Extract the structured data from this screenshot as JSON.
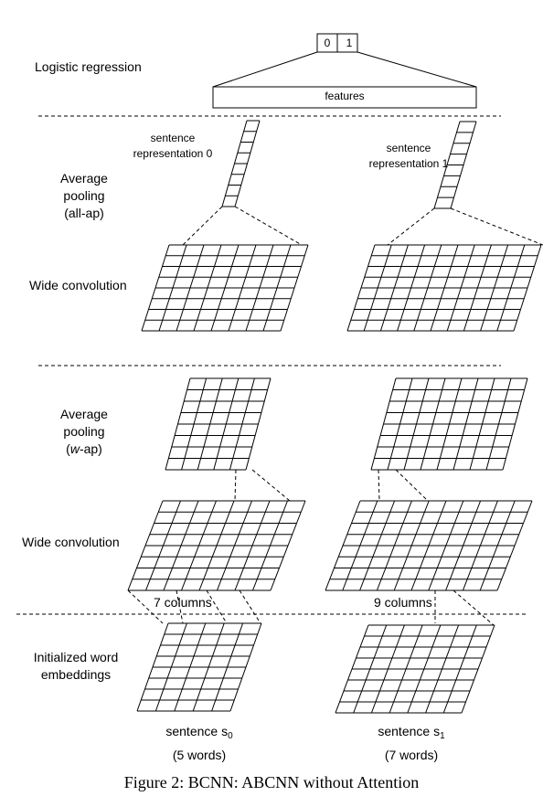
{
  "labels": {
    "logistic_regression": "Logistic regression",
    "average_pooling_1": "Average\npooling\n(all-ap)",
    "wide_convolution_1": "Wide convolution",
    "average_pooling_2_line1": "Average",
    "average_pooling_2_line2": "pooling",
    "average_pooling_2_w": "w",
    "average_pooling_2_ap": "-ap)",
    "wide_convolution_2": "Wide convolution",
    "initialized_word": "Initialized word\nembeddings"
  },
  "output_vector": [
    "0",
    "1"
  ],
  "features_label": "features",
  "sentence_rep_0": "sentence\nrepresentation 0",
  "sentence_rep_1": "sentence\nrepresentation 1",
  "columns_0": "7 columns",
  "columns_1": "9 columns",
  "sentence_0": {
    "name": "sentence s",
    "sub": "0",
    "words": "(5 words)"
  },
  "sentence_1": {
    "name": "sentence s",
    "sub": "1",
    "words": "(7 words)"
  },
  "caption": "Figure 2: BCNN: ABCNN without Attention"
}
